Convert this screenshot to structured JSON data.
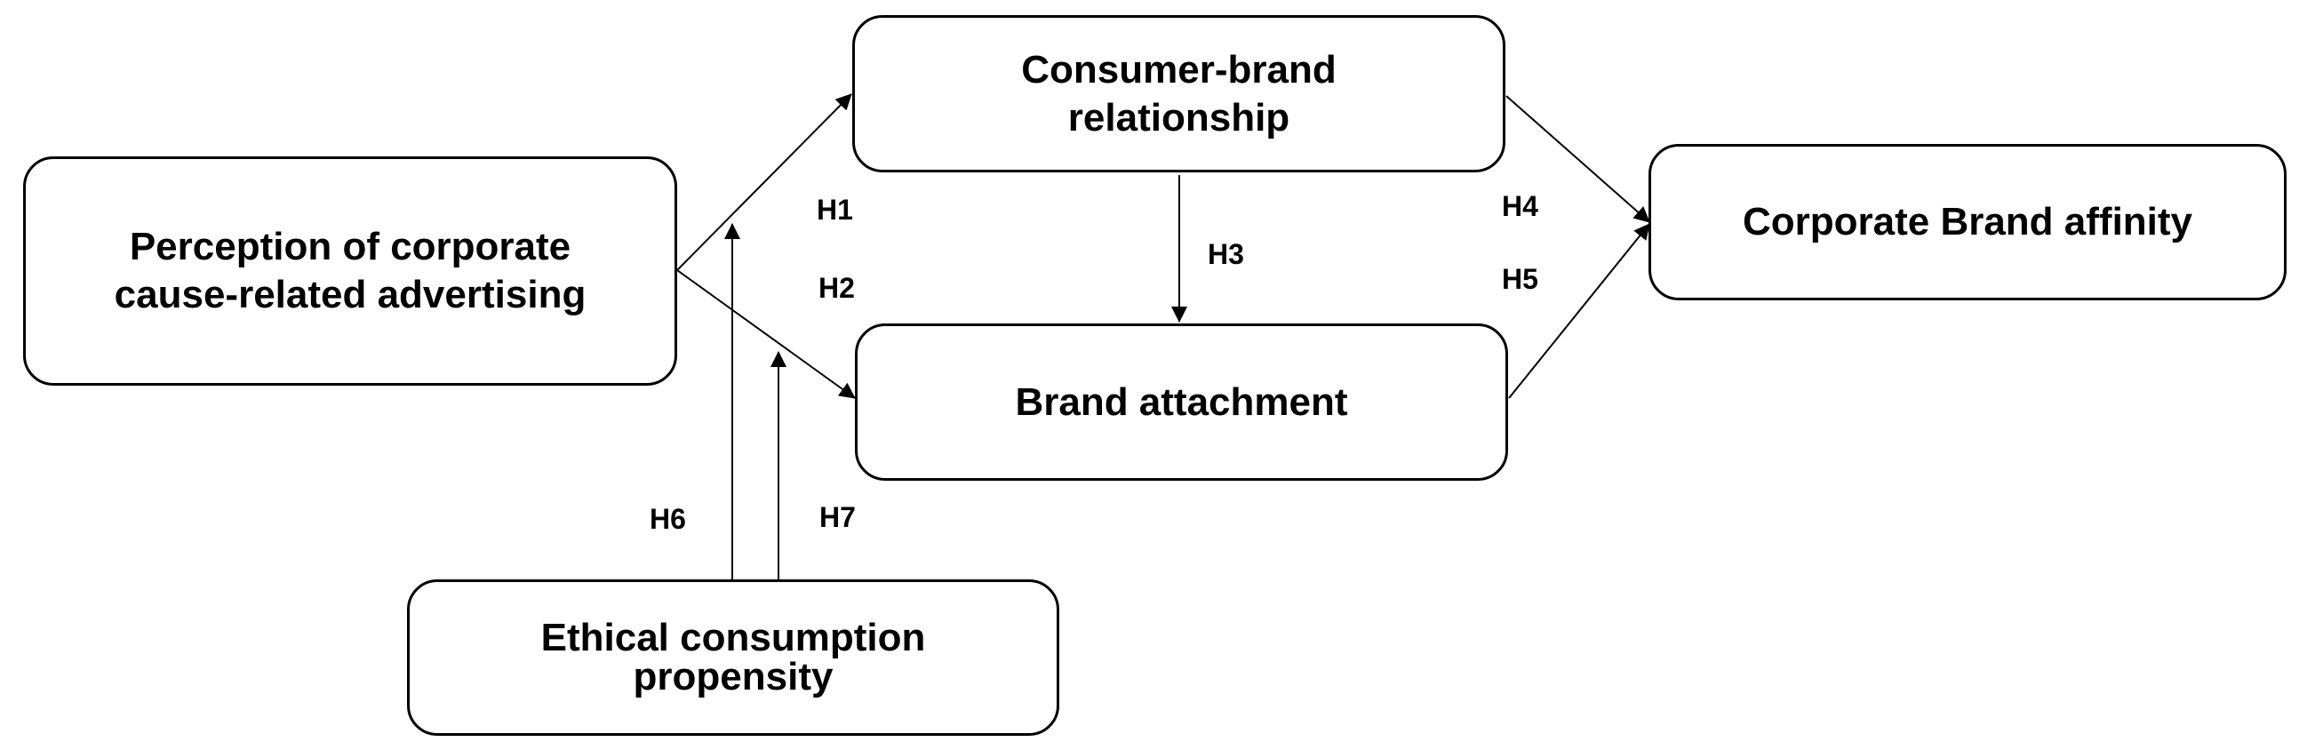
{
  "nodes": {
    "perception": {
      "line1": "Perception of corporate",
      "line2": "cause-related advertising"
    },
    "consumer_brand": {
      "line1": "Consumer-brand",
      "line2": "relationship"
    },
    "brand_attachment": {
      "label": "Brand attachment"
    },
    "corporate_affinity": {
      "label": "Corporate Brand affinity"
    },
    "ethical": {
      "line1": "Ethical consumption",
      "line2": "propensity"
    }
  },
  "hypotheses": {
    "h1": "H1",
    "h2": "H2",
    "h3": "H3",
    "h4": "H4",
    "h5": "H5",
    "h6": "H6",
    "h7": "H7"
  }
}
